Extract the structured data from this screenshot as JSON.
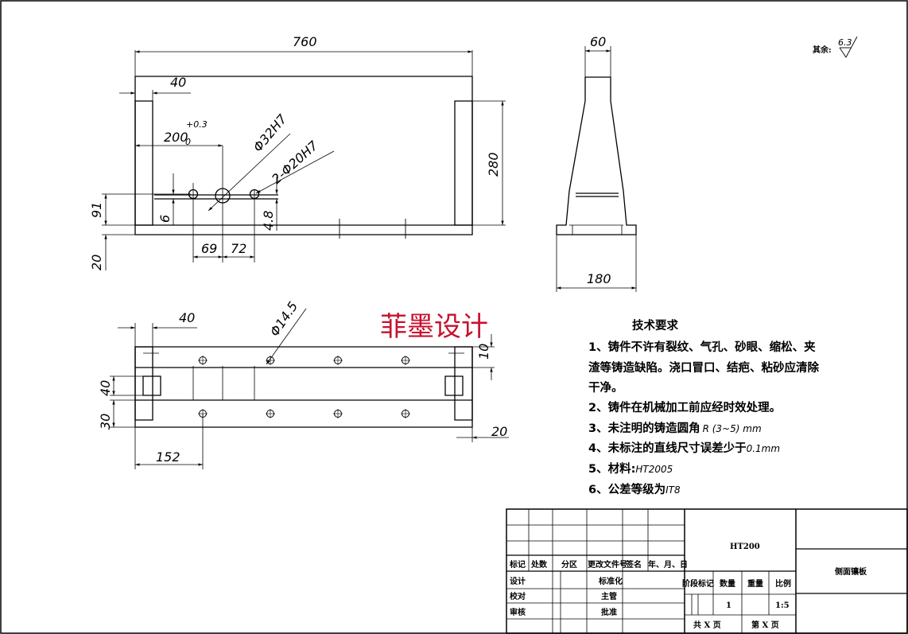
{
  "view1": {
    "dims": {
      "d760": "760",
      "d40": "40",
      "d200": "200",
      "d200_sub": "0",
      "d200_sup": "+0.3",
      "d_phi32": "Φ32H7",
      "d_2phi20": "2-Φ20H7",
      "d280": "280",
      "d91": "91",
      "d6": "6",
      "d48": "4.8",
      "d69": "69",
      "d72": "72",
      "d20": "20"
    }
  },
  "view2": {
    "dims": {
      "d60": "60",
      "d180": "180"
    }
  },
  "view3": {
    "dims": {
      "d40": "40",
      "d_phi145": "Φ14.5",
      "d10": "10",
      "d40b": "40",
      "d30": "30",
      "d152": "152",
      "d20": "20"
    }
  },
  "roughness": {
    "label": "其余:",
    "value": "6.3"
  },
  "watermark": "菲墨设计",
  "notes": {
    "title": "技术要求",
    "l1": "1、铸件不许有裂纹、气孔、砂眼、缩松、夹",
    "l1b": "渣等铸造缺陷。浇口冒口、结疤、粘砂应清除",
    "l1c": "干净。",
    "l2": "2、铸件在机械加工前应经时效处理。",
    "l3a": "3、未注明的铸造圆角",
    "l3b": "R (3~5) mm",
    "l4a": "4、未标注的直线尺寸误差少于",
    "l4b": "0.1mm",
    "l5a": "5、材料:",
    "l5b": "HT2005",
    "l6a": "6、公差等级为",
    "l6b": "IT8"
  },
  "titleblock": {
    "material": "HT200",
    "part_name": "侧面镶板",
    "h_mark": "标记",
    "h_count": "处数",
    "h_zone": "分区",
    "h_doc": "更改文件号",
    "h_sign": "签名",
    "h_date": "年、月、日",
    "design": "设计",
    "standard": "标准化",
    "check": "校对",
    "supervisor": "主管",
    "review": "审核",
    "approve": "批准",
    "stage": "阶段标记",
    "qty": "数量",
    "weight": "重量",
    "scale": "比例",
    "qty_val": "1",
    "scale_val": "1:5",
    "total_pages": "共 X 页",
    "page_no": "第 X 页"
  }
}
